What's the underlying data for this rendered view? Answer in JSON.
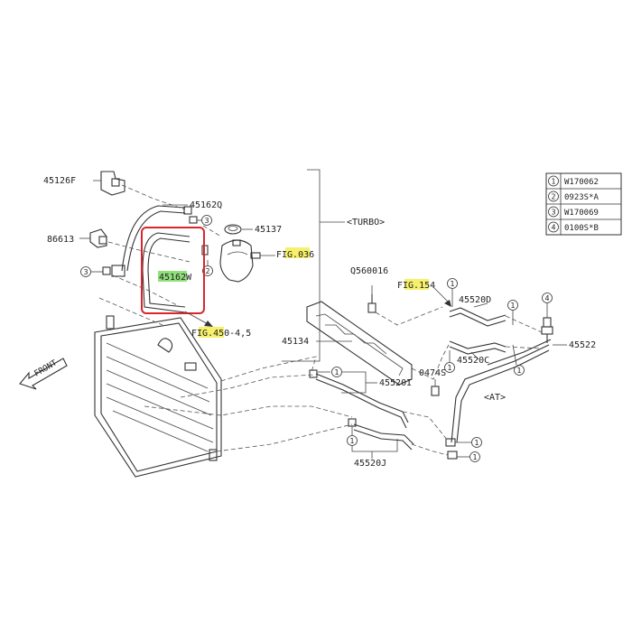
{
  "colors": {
    "highlight_yellow": "#f6f06a",
    "highlight_green": "#8fe07a",
    "callout_red": "#d9262c",
    "line": "#333333"
  },
  "labels": {
    "p45126F": "45126F",
    "p45162Q": "45162Q",
    "p86613": "86613",
    "p45137": "45137",
    "p45162W": "45162W",
    "fig036": "FIG.036",
    "fig450": "FIG.450-4,5",
    "turbo": "<TURBO>",
    "q560016": "Q560016",
    "fig154": "FIG.154",
    "p45520D": "45520D",
    "p45522": "45522",
    "p45134": "45134",
    "p45520C": "45520C",
    "p0474S": "0474S",
    "at": "<AT>",
    "p45520I": "45520I",
    "p45520J": "45520J",
    "front": "FRONT"
  },
  "legend": [
    {
      "num": "1",
      "code": "W170062"
    },
    {
      "num": "2",
      "code": "0923S*A"
    },
    {
      "num": "3",
      "code": "W170069"
    },
    {
      "num": "4",
      "code": "0100S*B"
    }
  ],
  "markers": {
    "m3a": "3",
    "m2": "2",
    "m3b": "3",
    "m1a": "1",
    "m1b": "1",
    "m1c": "1",
    "m4": "4",
    "m1d": "1",
    "m1e": "1",
    "m1f": "1",
    "m1g": "1",
    "m1h": "1"
  }
}
